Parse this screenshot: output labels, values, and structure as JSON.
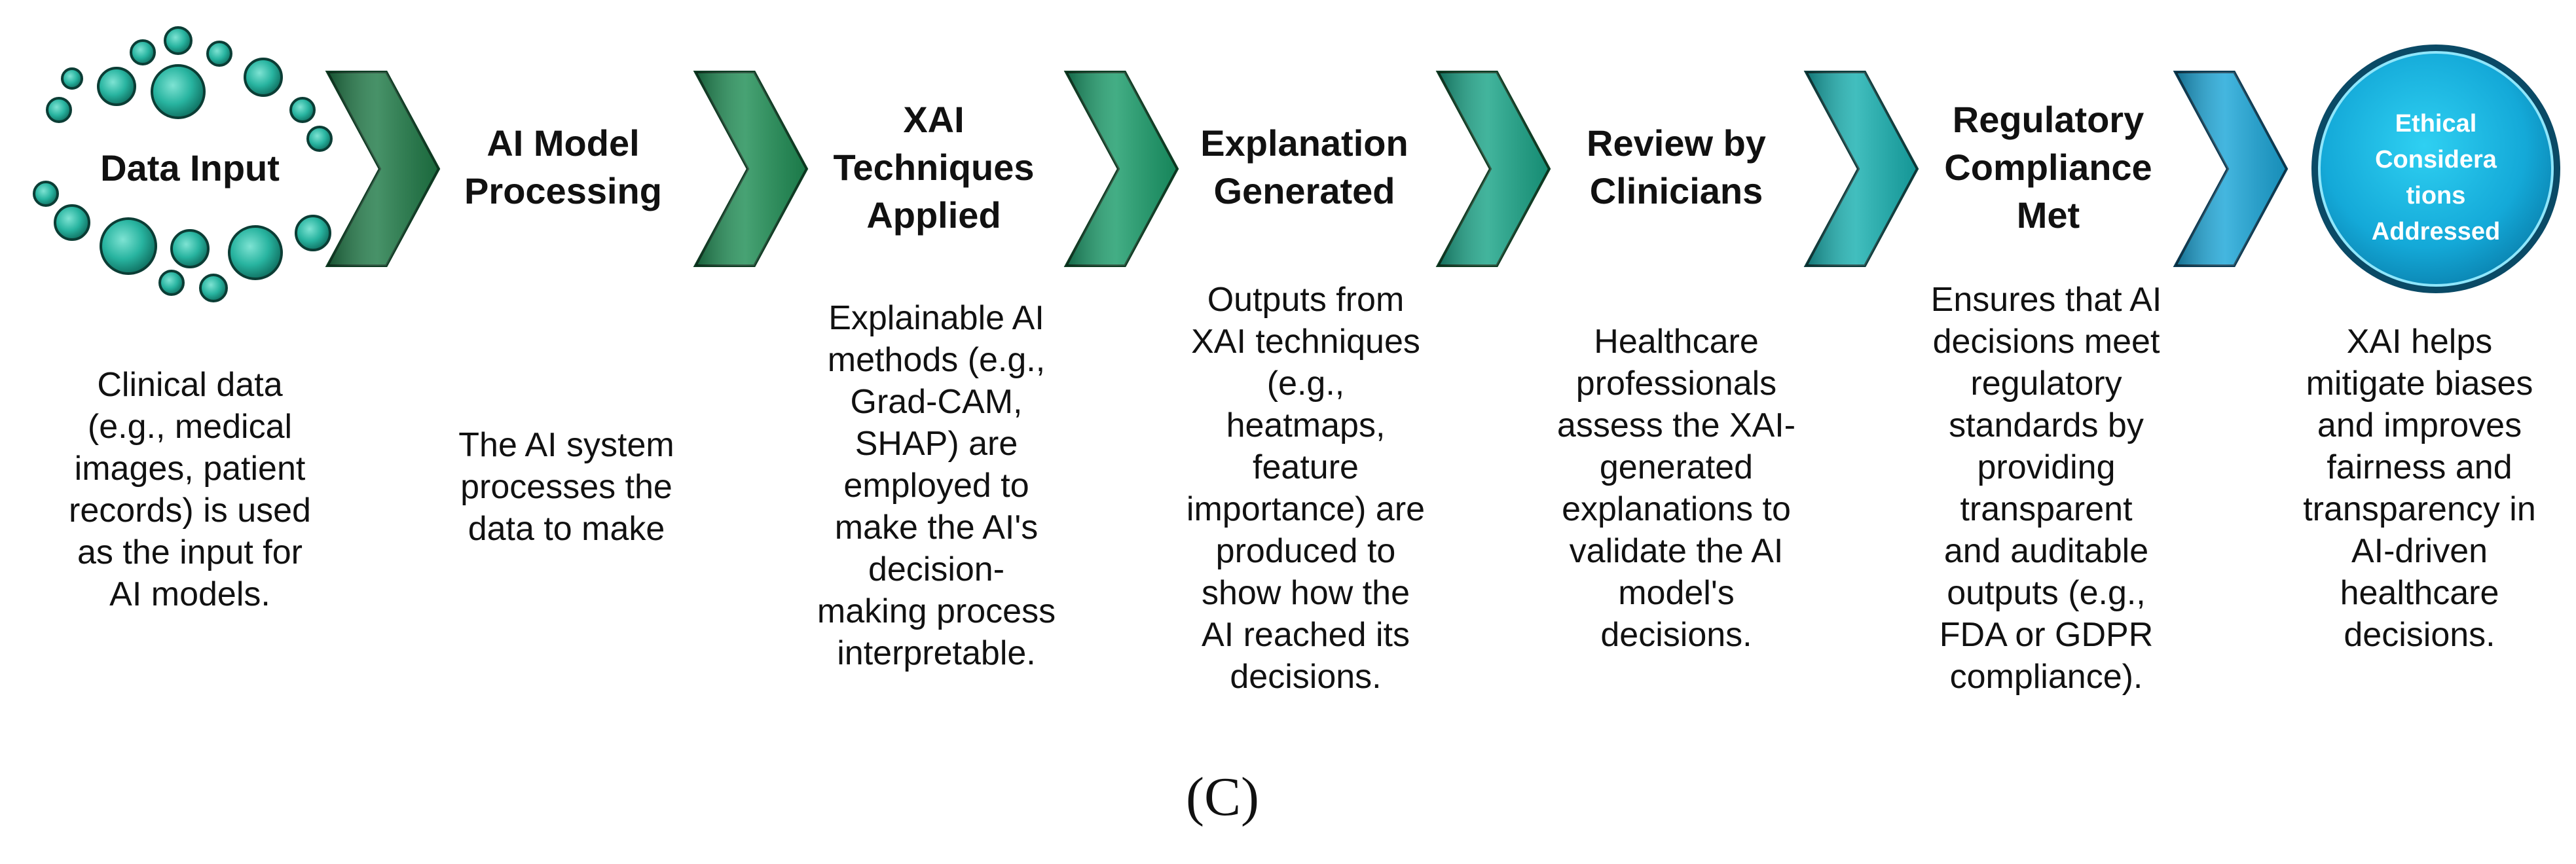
{
  "diagram": {
    "steps": [
      {
        "title": "Data Input",
        "description": "Clinical data\n(e.g., medical\nimages, patient\nrecords) is used\nas the input for\nAI models."
      },
      {
        "title": "AI Model\nProcessing",
        "description": "The AI system\nprocesses the\ndata to make"
      },
      {
        "title": "XAI\nTechniques\nApplied",
        "description": "Explainable AI\nmethods (e.g.,\nGrad-CAM,\nSHAP) are\nemployed to\nmake the AI's\ndecision-\nmaking process\ninterpretable."
      },
      {
        "title": "Explanation\nGenerated",
        "description": "Outputs from\nXAI techniques\n(e.g.,\nheatmaps,\nfeature\nimportance) are\nproduced to\nshow how the\nAI reached its\ndecisions."
      },
      {
        "title": "Review by\nClinicians",
        "description": "Healthcare\nprofessionals\nassess the XAI-\ngenerated\nexplanations to\nvalidate the AI\nmodel's\ndecisions."
      },
      {
        "title": "Regulatory\nCompliance\nMet",
        "description": "Ensures that AI\ndecisions meet\nregulatory\nstandards by\nproviding\ntransparent\nand auditable\noutputs (e.g.,\nFDA or GDPR\ncompliance)."
      },
      {
        "title": "Ethical\nConsidera\ntions\nAddressed",
        "description": "XAI helps\nmitigate biases\nand improves\nfairness and\ntransparency in\nAI-driven\nhealthcare\ndecisions."
      }
    ],
    "arrow_colors": [
      "#1f7a47",
      "#1f8e55",
      "#1a9c6a",
      "#19a487",
      "#18b0b0",
      "#1ba6d8"
    ],
    "bubble_color": "#2ab5a3",
    "circle_color": "#1aaed9",
    "figure_label": "(C)"
  }
}
